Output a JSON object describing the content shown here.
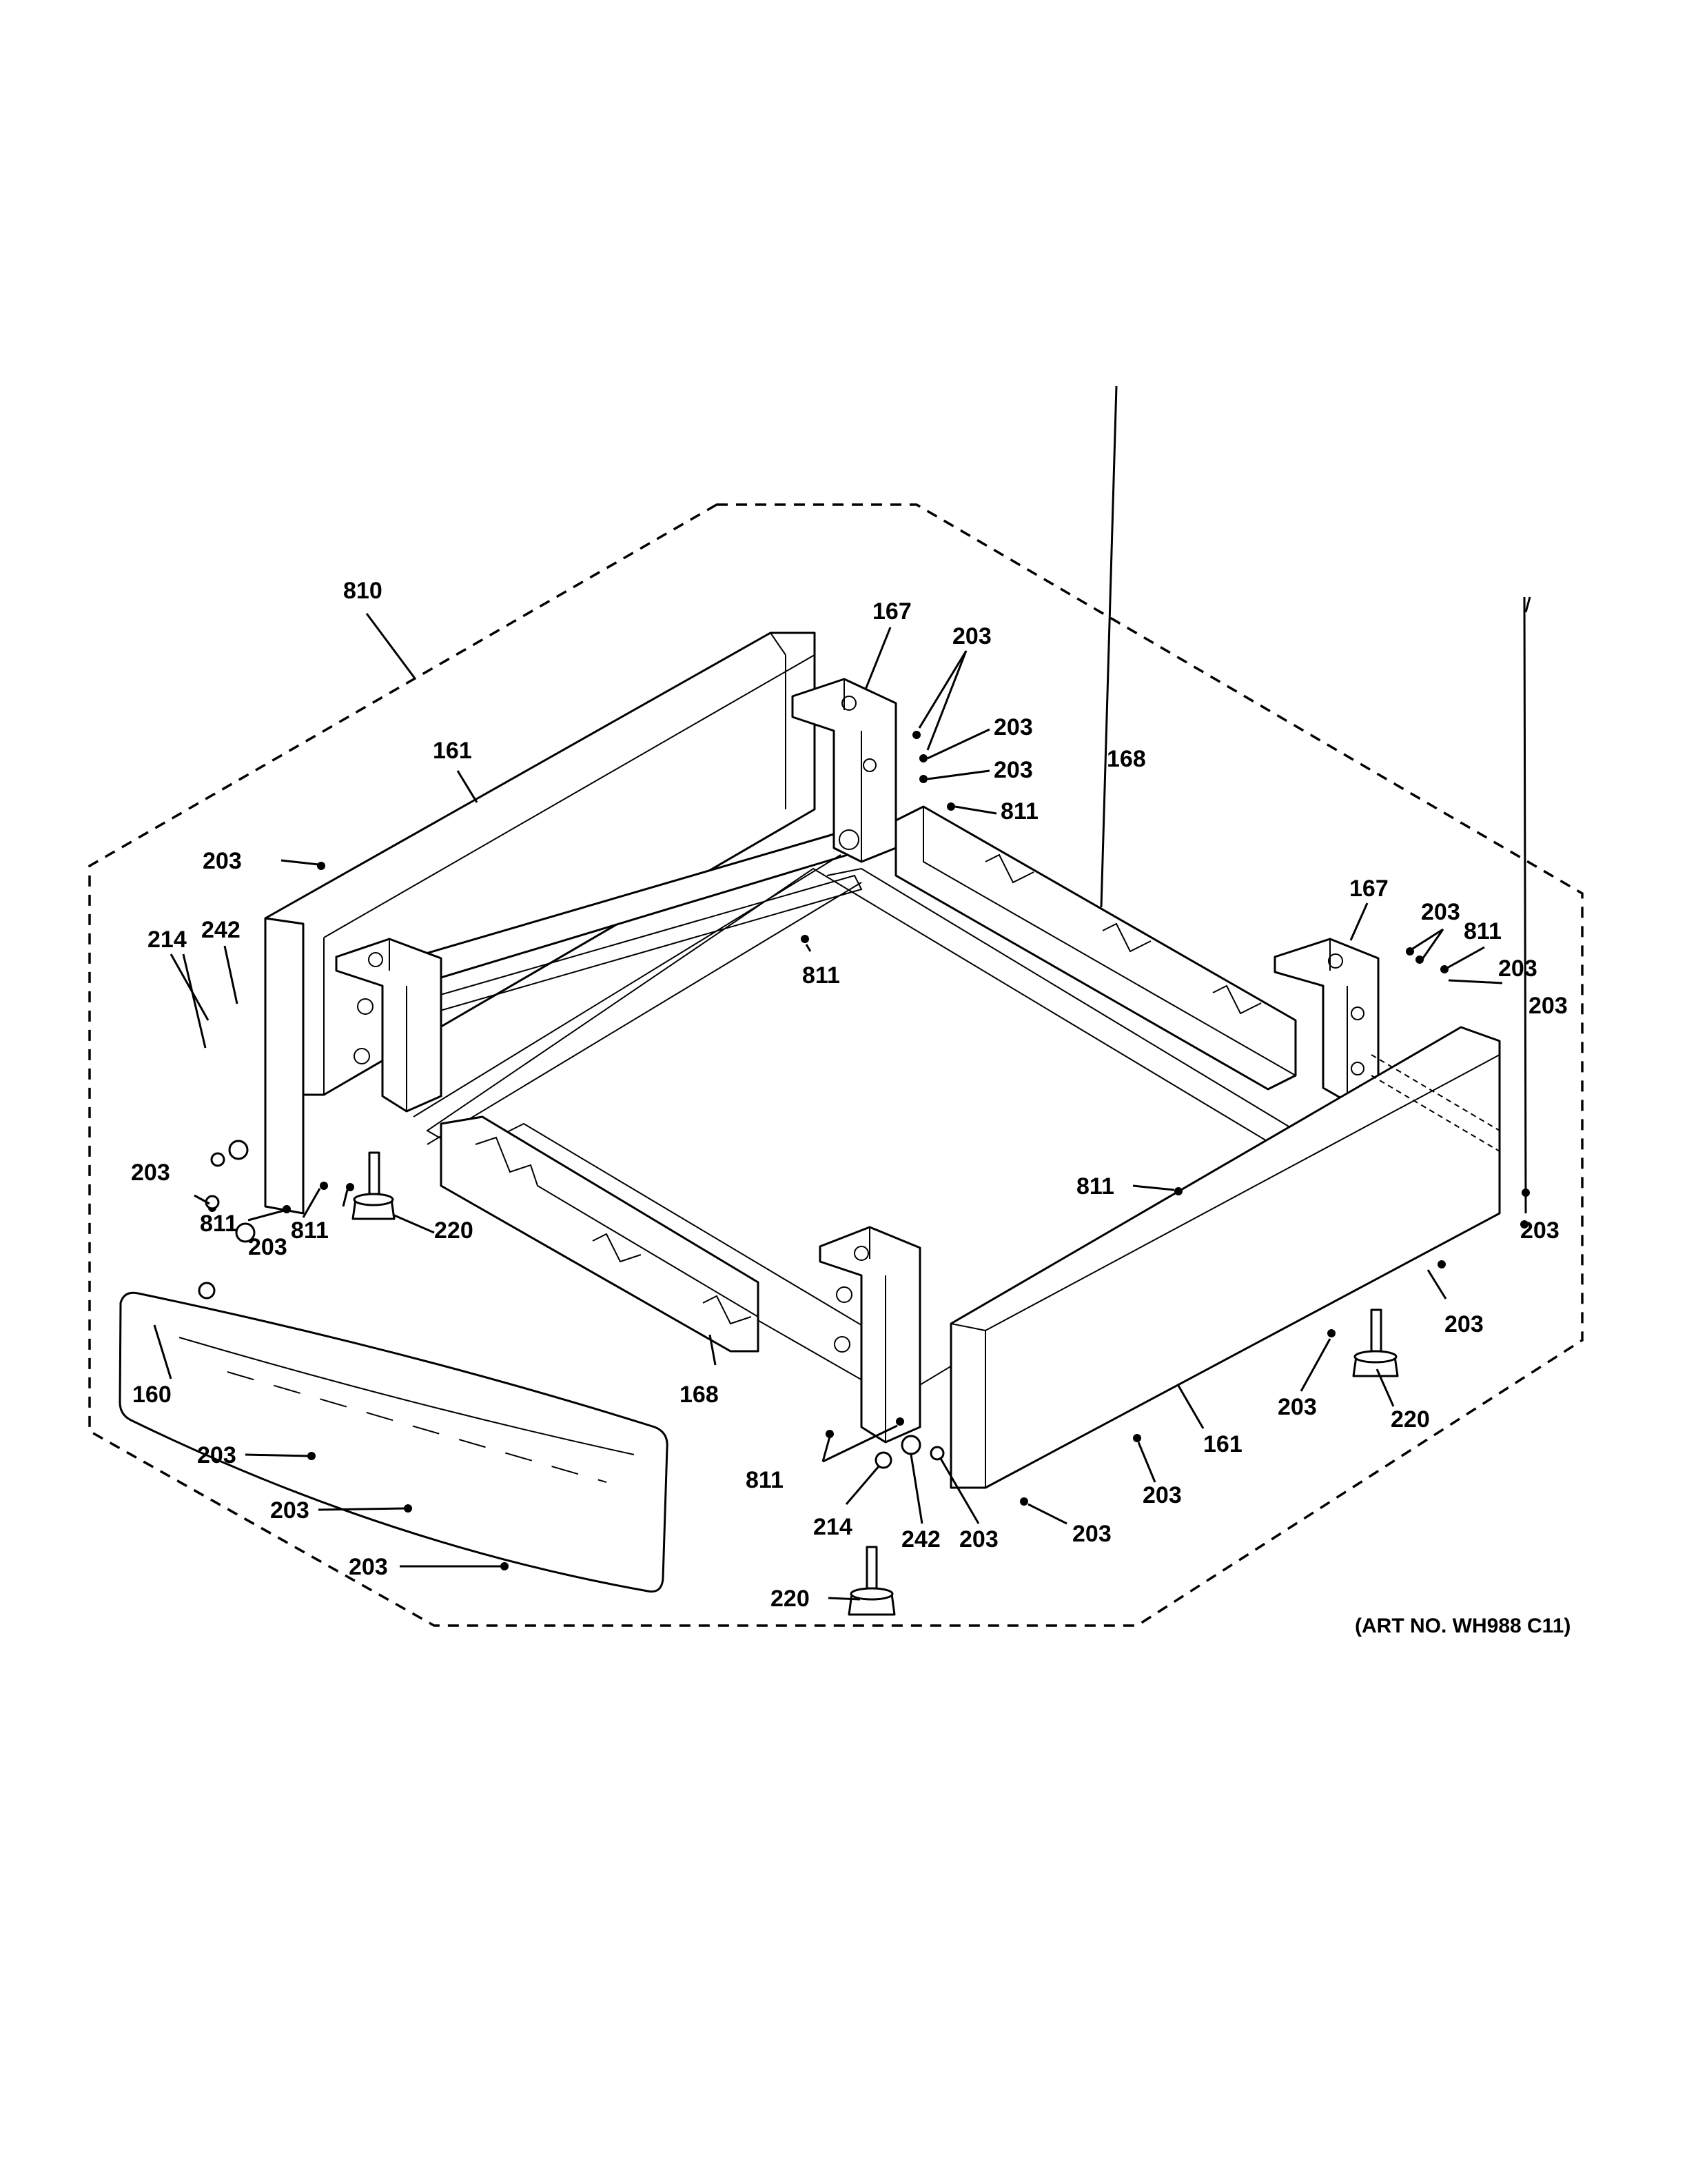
{
  "diagram": {
    "art_number": "(ART NO. WH988 C11)",
    "callouts": [
      {
        "id": "c810",
        "text": "810"
      },
      {
        "id": "c167a",
        "text": "167"
      },
      {
        "id": "c203a",
        "text": "203"
      },
      {
        "id": "c203b",
        "text": "203"
      },
      {
        "id": "c203c",
        "text": "203"
      },
      {
        "id": "c811a",
        "text": "811"
      },
      {
        "id": "c161a",
        "text": "161"
      },
      {
        "id": "c168a",
        "text": "168"
      },
      {
        "id": "c203d",
        "text": "203"
      },
      {
        "id": "c242a",
        "text": "242"
      },
      {
        "id": "c214a",
        "text": "214"
      },
      {
        "id": "c811b",
        "text": "811"
      },
      {
        "id": "c167b",
        "text": "167"
      },
      {
        "id": "c203e",
        "text": "203"
      },
      {
        "id": "c811c",
        "text": "811"
      },
      {
        "id": "c203f",
        "text": "203"
      },
      {
        "id": "c203g",
        "text": "203"
      },
      {
        "id": "c811d",
        "text": "811"
      },
      {
        "id": "c203h",
        "text": "203"
      },
      {
        "id": "c811e",
        "text": "811"
      },
      {
        "id": "c203i",
        "text": "203"
      },
      {
        "id": "c811f",
        "text": "811"
      },
      {
        "id": "c220a",
        "text": "220"
      },
      {
        "id": "c203j",
        "text": "203"
      },
      {
        "id": "c203k",
        "text": "203"
      },
      {
        "id": "c160",
        "text": "160"
      },
      {
        "id": "c168b",
        "text": "168"
      },
      {
        "id": "c161b",
        "text": "161"
      },
      {
        "id": "c203l",
        "text": "203"
      },
      {
        "id": "c220b",
        "text": "220"
      },
      {
        "id": "c203m",
        "text": "203"
      },
      {
        "id": "c811g",
        "text": "811"
      },
      {
        "id": "c214b",
        "text": "214"
      },
      {
        "id": "c242b",
        "text": "242"
      },
      {
        "id": "c203n",
        "text": "203"
      },
      {
        "id": "c203o",
        "text": "203"
      },
      {
        "id": "c203p",
        "text": "203"
      },
      {
        "id": "c203q",
        "text": "203"
      },
      {
        "id": "c203r",
        "text": "203"
      },
      {
        "id": "c220c",
        "text": "220"
      }
    ]
  }
}
